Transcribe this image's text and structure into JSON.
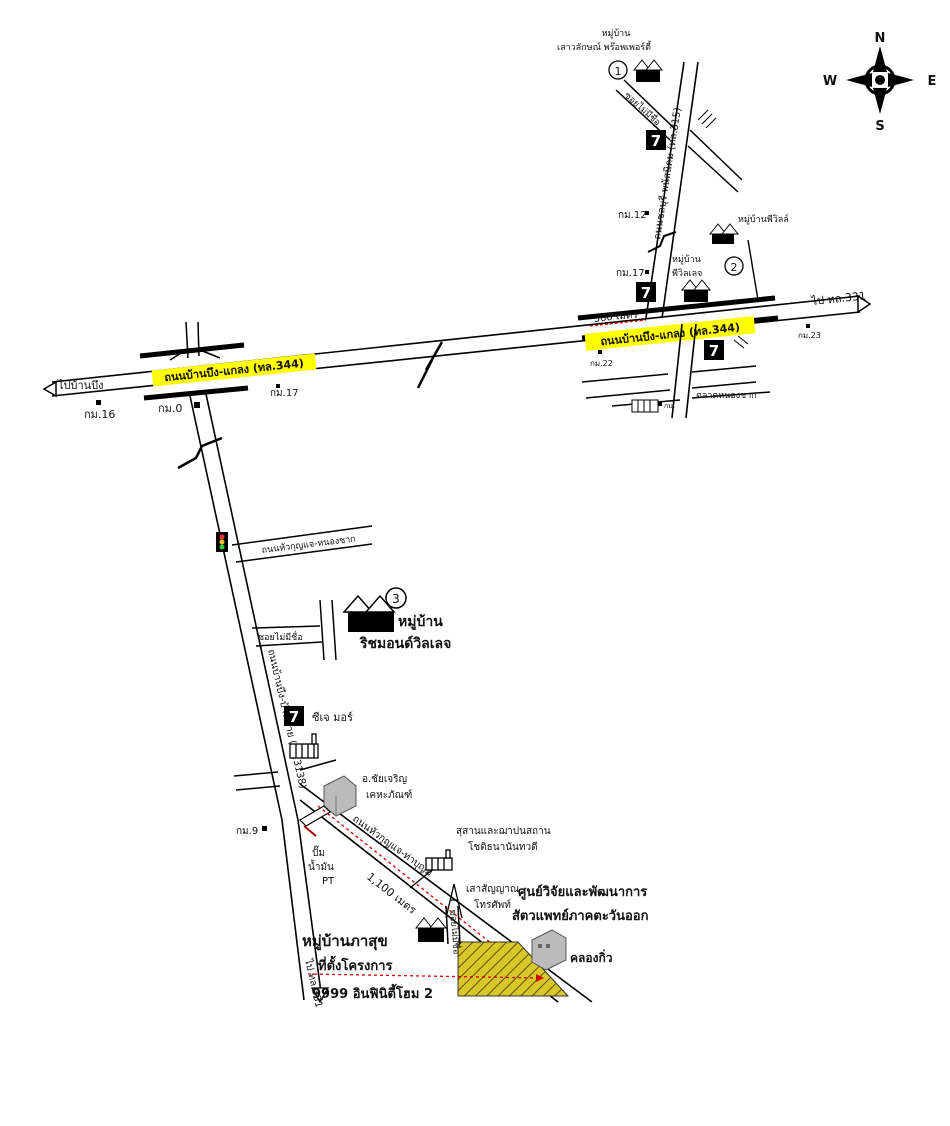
{
  "compass": {
    "n": "N",
    "s": "S",
    "e": "E",
    "w": "W"
  },
  "roads": {
    "main_label_west": "ถนนบ้านบึง-แกลง (ทล.344)",
    "main_label_east": "ถนนบ้านบึง-แกลง (ทล.344)",
    "to_banbueng": "ไปบ้านบึง",
    "to_hwy331": "ไป ทล.331",
    "north_road": "ถนนชลบุรี-พนัสนิคม (ทล.315)",
    "soi_near_1": "ซอยไม่มีชื่อ",
    "huaikapi_road": "ถนนหัวกุญแจ-หนองชาก",
    "soi_mid": "ซอยไม่มีชื่อ",
    "banbueng_banchang": "ถนนบ้านบึง-บ้านค่าย (ทล.3138)",
    "huaikapi_banbueng": "ถนนหัวกุญแจ-ท่าบุญมี",
    "soi_project": "ซอยไม่มีชื่อ",
    "to_hwy331_south": "ไป ทล.331",
    "market_road": "ตลาดหนองชาก"
  },
  "km_markers": {
    "km16": "กม.16",
    "km0": "กม.0",
    "km17": "กม.17",
    "km12": "กม.12",
    "km17b": "กม.17",
    "km22": "กม.22",
    "km23": "กม.23",
    "km9": "กม.9",
    "kmsmall": "กม."
  },
  "distances": {
    "d500": "500 เมตร",
    "d1100": "1,100 เมตร"
  },
  "landmarks": {
    "v1_title": "หมู่บ้าน",
    "v1_name": "เสาวลักษณ์ พร๊อพเพอร์ตี้",
    "v1_num": "1",
    "v2_name": "หมู่บ้านพีวิลล์",
    "v2_num": "2",
    "v2b_line1": "หมู่บ้าน",
    "v2b_line2": "พีวิลเลจ",
    "v3_title": "หมู่บ้าน",
    "v3_name": "ริชมอนด์วิลเลจ",
    "v3_num": "3",
    "seven": "7",
    "cj_more": "ซีเจ มอร์",
    "chaicharoen_1": "อ.ชัยเจริญ",
    "chaicharoen_2": "เคหะภัณฑ์",
    "gas_1": "ปั๊ม",
    "gas_2": "น้ำมัน",
    "gas_3": "PT",
    "cemetery_1": "สุสานและฌาปนสถาน",
    "cemetery_2": "โชติธนานันทวดี",
    "tower_1": "เสาสัญญาณ",
    "tower_2": "โทรศัพท์",
    "research_1": "ศูนย์วิจัยและพัฒนาการ",
    "research_2": "สัตวแพทย์ภาคตะวันออก",
    "research_3": "คลองกิ่ว",
    "phasuk": "หมู่บ้านภาสุข",
    "project_1": "ที่ตั้งโครงการ",
    "project_2": "9999 อินฟินิตี้โฮม 2"
  },
  "colors": {
    "highlight": "#ffff00",
    "route": "#d40000",
    "site": "#d4c020"
  }
}
